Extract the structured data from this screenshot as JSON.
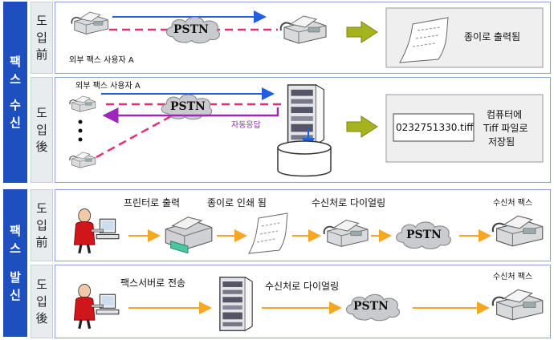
{
  "receive": {
    "side_label": [
      "팩",
      "스",
      "수",
      "신"
    ],
    "before": {
      "phase_label": [
        "도",
        "입",
        "前"
      ],
      "pstn": "PSTN",
      "sender_label": "외부 팩스 사용자 A",
      "result_text": "종이로 출력됨"
    },
    "after": {
      "phase_label": [
        "도",
        "입",
        "後"
      ],
      "pstn": "PSTN",
      "sender_label": "외부 팩스 사용자 A",
      "auto_answer": "자동응답",
      "file_name": "0232751330.tiff",
      "result_text_lines": [
        "컴퓨터에",
        "Tiff 파일로",
        "저장됨"
      ]
    }
  },
  "send": {
    "side_label": [
      "팩",
      "스",
      "발",
      "신"
    ],
    "before": {
      "phase_label": [
        "도",
        "입",
        "前"
      ],
      "step_print": "프린터로 출력",
      "step_paper": "종이로 인쇄 됨",
      "step_dial": "수신처로 다이얼링",
      "pstn": "PSTN",
      "dest": "수신처 팩스"
    },
    "after": {
      "phase_label": [
        "도",
        "입",
        "後"
      ],
      "step_send": "팩스서버로 전송",
      "step_dial": "수신처로 다이얼링",
      "pstn": "PSTN",
      "dest": "수신처 팩스"
    }
  },
  "colors": {
    "blue_arrow": "#1f5fe0",
    "pink_dash": "#e0307a",
    "purple_arrow": "#9b28b8",
    "orange_arrow": "#f5a623",
    "olive_arrow": "#a5b31e",
    "label_blue": "#1e4fbf"
  }
}
